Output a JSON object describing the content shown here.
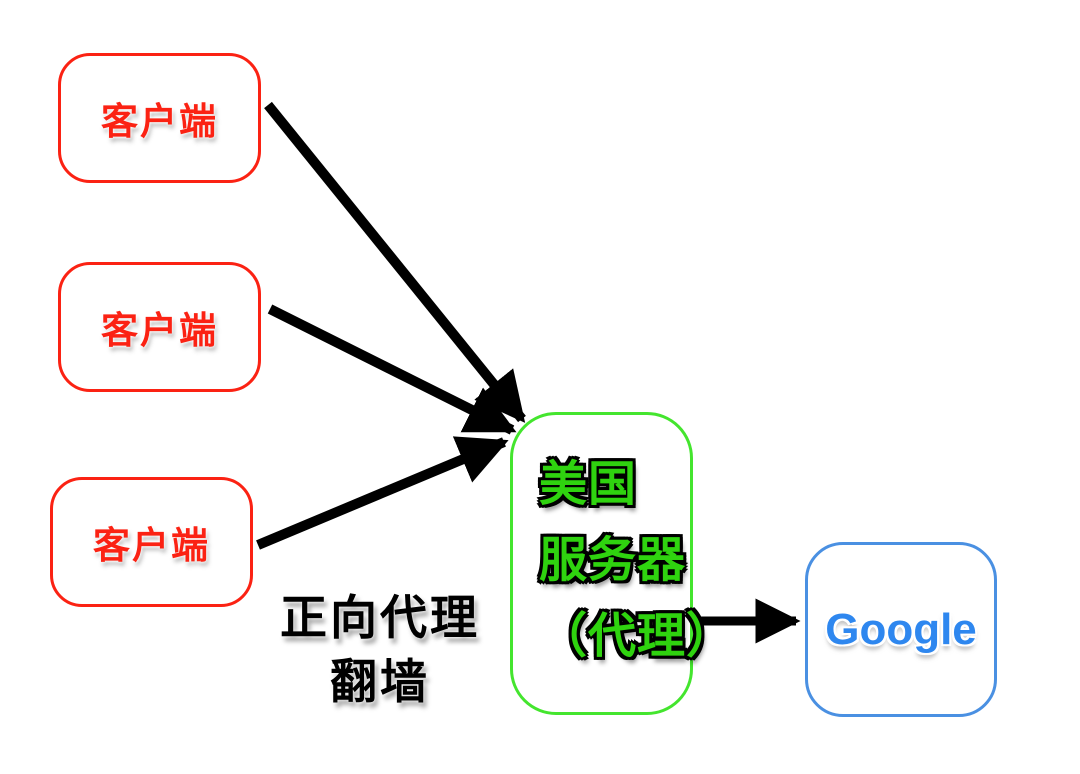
{
  "diagram": {
    "clients": [
      {
        "label": "客户端"
      },
      {
        "label": "客户端"
      },
      {
        "label": "客户端"
      }
    ],
    "proxy_server": {
      "line1": "美国",
      "line2": "服务器",
      "line3": "（代理）"
    },
    "google": {
      "label": "Google"
    },
    "caption": {
      "line1": "正向代理",
      "line2": "翻墙"
    },
    "arrows": [
      {
        "from": "client-1",
        "to": "proxy-server"
      },
      {
        "from": "client-2",
        "to": "proxy-server"
      },
      {
        "from": "client-3",
        "to": "proxy-server"
      },
      {
        "from": "proxy-server",
        "to": "google"
      }
    ],
    "colors": {
      "client_border": "#fb2213",
      "client_text": "#fb2213",
      "proxy_border": "#44e52e",
      "proxy_text": "#2fd30f",
      "google_border": "#4a90e2",
      "google_text": "#2e87ef",
      "arrow": "#000000",
      "background": "#ffffff"
    }
  }
}
